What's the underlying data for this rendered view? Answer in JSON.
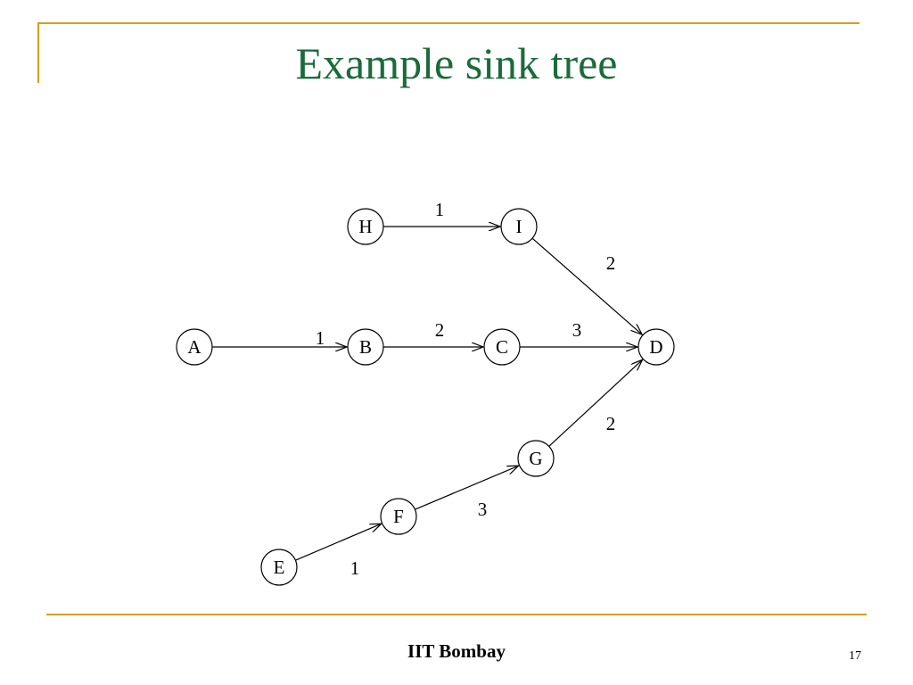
{
  "slide": {
    "title": "Example sink tree",
    "footer": "IIT Bombay",
    "page_number": "17"
  },
  "colors": {
    "title": "#1b6b3a",
    "accent_rule": "#d4a017",
    "ink": "#000000"
  },
  "diagram": {
    "nodes": [
      {
        "id": "H",
        "label": "H"
      },
      {
        "id": "I",
        "label": "I"
      },
      {
        "id": "A",
        "label": "A"
      },
      {
        "id": "B",
        "label": "B"
      },
      {
        "id": "C",
        "label": "C"
      },
      {
        "id": "D",
        "label": "D"
      },
      {
        "id": "G",
        "label": "G"
      },
      {
        "id": "F",
        "label": "F"
      },
      {
        "id": "E",
        "label": "E"
      }
    ],
    "edges": [
      {
        "from": "H",
        "to": "I",
        "weight": "1"
      },
      {
        "from": "I",
        "to": "D",
        "weight": "2"
      },
      {
        "from": "A",
        "to": "B",
        "weight": "1"
      },
      {
        "from": "B",
        "to": "C",
        "weight": "2"
      },
      {
        "from": "C",
        "to": "D",
        "weight": "3"
      },
      {
        "from": "G",
        "to": "D",
        "weight": "2"
      },
      {
        "from": "F",
        "to": "G",
        "weight": "3"
      },
      {
        "from": "E",
        "to": "F",
        "weight": "1"
      }
    ]
  }
}
